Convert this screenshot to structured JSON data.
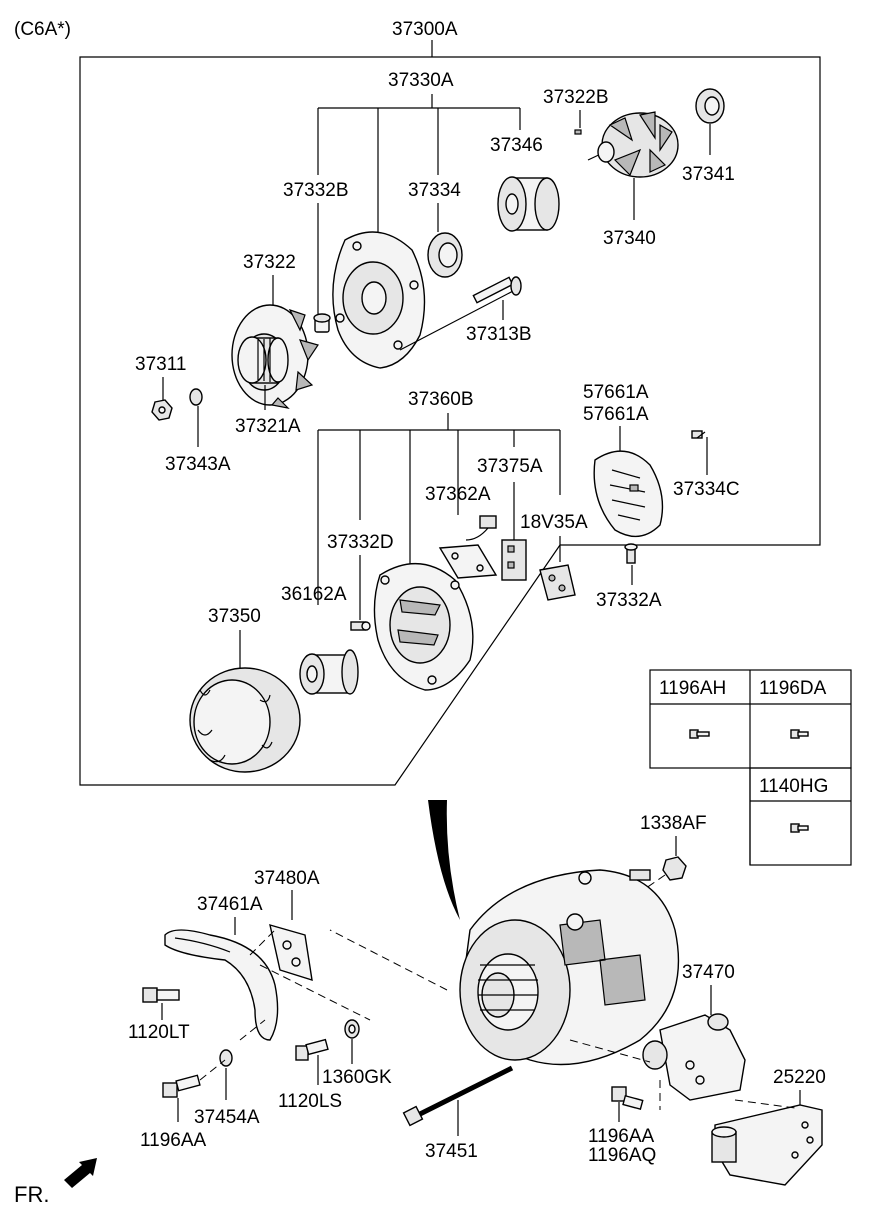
{
  "variant_label": "(C6A*)",
  "assembly_label": "37300A",
  "direction_label": "FR.",
  "parts": {
    "p37330A": "37330A",
    "p37322B": "37322B",
    "p37346": "37346",
    "p37341": "37341",
    "p37332B": "37332B",
    "p37334": "37334",
    "p37340": "37340",
    "p37322": "37322",
    "p37313B": "37313B",
    "p37311": "37311",
    "p37321A": "37321A",
    "p37343A": "37343A",
    "p37360B": "37360B",
    "p57661A_1": "57661A",
    "p57661A_2": "57661A",
    "p37375A": "37375A",
    "p37334C": "37334C",
    "p37362A": "37362A",
    "p18V35A": "18V35A",
    "p37332D": "37332D",
    "p36162A": "36162A",
    "p37332A": "37332A",
    "p37350": "37350",
    "p1338AF": "1338AF",
    "p37480A": "37480A",
    "p37461A": "37461A",
    "p37470": "37470",
    "p1120LT": "1120LT",
    "p25220": "25220",
    "p1360GK": "1360GK",
    "p1120LS": "1120LS",
    "p37454A": "37454A",
    "p1196AA_1": "1196AA",
    "p1196AA_2": "1196AA",
    "p1196AQ": "1196AQ",
    "p37451": "37451"
  },
  "fastener_table": {
    "h1196AH": "1196AH",
    "h1196DA": "1196DA",
    "h1140HG": "1140HG"
  }
}
